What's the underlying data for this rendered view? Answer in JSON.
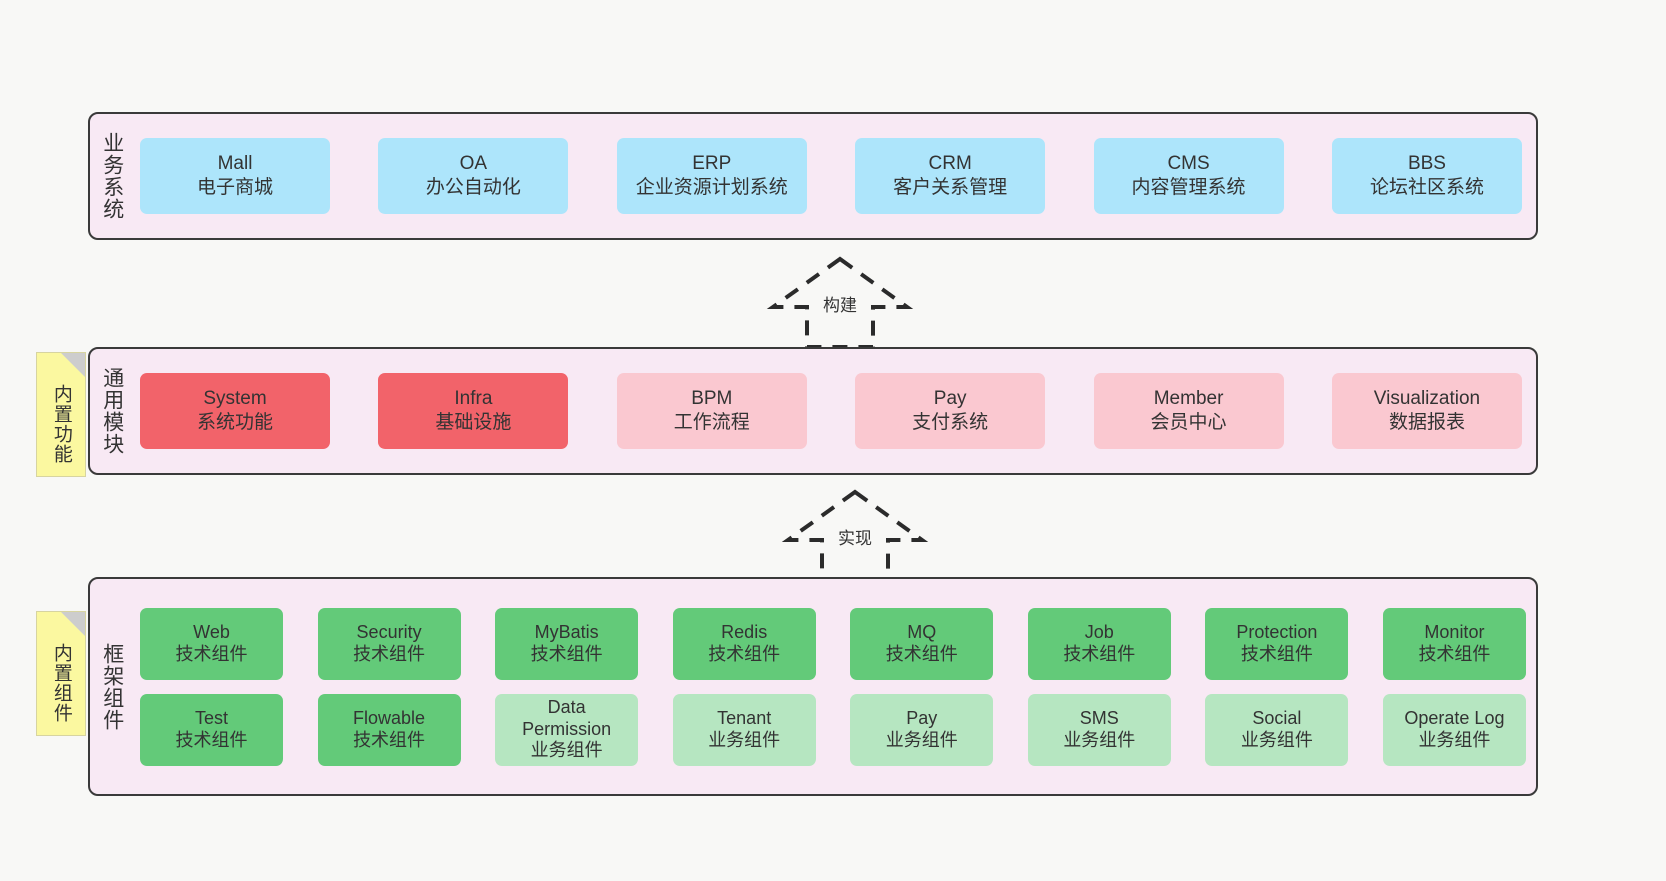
{
  "diagram": {
    "background_color": "#f8f8f6",
    "panel_color": "#f8e9f4",
    "panel_border_color": "#3a3a3a"
  },
  "layers": [
    {
      "id": "business",
      "title": "业务系统",
      "node_color": "#ade5fb",
      "nodes": [
        {
          "en": "Mall",
          "cn": "电子商城"
        },
        {
          "en": "OA",
          "cn": "办公自动化"
        },
        {
          "en": "ERP",
          "cn": "企业资源计划系统"
        },
        {
          "en": "CRM",
          "cn": "客户关系管理"
        },
        {
          "en": "CMS",
          "cn": "内容管理系统"
        },
        {
          "en": "BBS",
          "cn": "论坛社区系统"
        }
      ]
    },
    {
      "id": "modules",
      "title": "通用模块",
      "node_color_strong": "#f2636a",
      "node_color_light": "#fac8d0",
      "nodes": [
        {
          "en": "System",
          "cn": "系统功能",
          "tone": "strong"
        },
        {
          "en": "Infra",
          "cn": "基础设施",
          "tone": "strong"
        },
        {
          "en": "BPM",
          "cn": "工作流程",
          "tone": "light"
        },
        {
          "en": "Pay",
          "cn": "支付系统",
          "tone": "light"
        },
        {
          "en": "Member",
          "cn": "会员中心",
          "tone": "light"
        },
        {
          "en": "Visualization",
          "cn": "数据报表",
          "tone": "light"
        }
      ]
    },
    {
      "id": "framework",
      "title": "框架组件",
      "node_color_strong": "#63ca79",
      "node_color_light": "#b6e6c1",
      "rows": [
        [
          {
            "en": "Web",
            "cn": "技术组件",
            "tone": "strong"
          },
          {
            "en": "Security",
            "cn": "技术组件",
            "tone": "strong"
          },
          {
            "en": "MyBatis",
            "cn": "技术组件",
            "tone": "strong"
          },
          {
            "en": "Redis",
            "cn": "技术组件",
            "tone": "strong"
          },
          {
            "en": "MQ",
            "cn": "技术组件",
            "tone": "strong"
          },
          {
            "en": "Job",
            "cn": "技术组件",
            "tone": "strong"
          },
          {
            "en": "Protection",
            "cn": "技术组件",
            "tone": "strong"
          },
          {
            "en": "Monitor",
            "cn": "技术组件",
            "tone": "strong"
          }
        ],
        [
          {
            "en": "Test",
            "cn": "技术组件",
            "tone": "strong"
          },
          {
            "en": "Flowable",
            "cn": "技术组件",
            "tone": "strong"
          },
          {
            "en": "Data Permission",
            "cn": "业务组件",
            "tone": "light"
          },
          {
            "en": "Tenant",
            "cn": "业务组件",
            "tone": "light"
          },
          {
            "en": "Pay",
            "cn": "业务组件",
            "tone": "light"
          },
          {
            "en": "SMS",
            "cn": "业务组件",
            "tone": "light"
          },
          {
            "en": "Social",
            "cn": "业务组件",
            "tone": "light"
          },
          {
            "en": "Operate Log",
            "cn": "业务组件",
            "tone": "light"
          }
        ]
      ]
    }
  ],
  "notes": [
    {
      "id": "features",
      "text": "内置功能",
      "color": "#fbf8a0"
    },
    {
      "id": "components",
      "text": "内置组件",
      "color": "#fbf8a0"
    }
  ],
  "arrows": [
    {
      "id": "build",
      "label": "构建",
      "style": "dashed-hollow-up"
    },
    {
      "id": "impl",
      "label": "实现",
      "style": "dashed-hollow-up"
    }
  ]
}
